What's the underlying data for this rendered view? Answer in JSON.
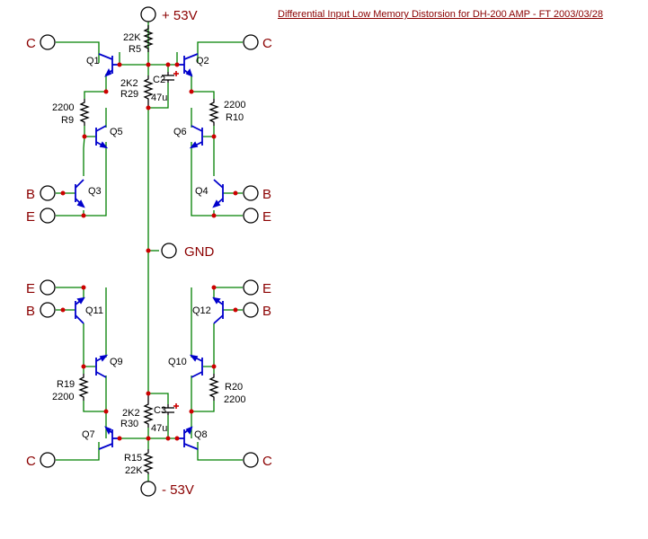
{
  "title": "Differential Input Low Memory Distorsion for DH-200 AMP - FT 2003/03/28",
  "nets": {
    "vpos": "+ 53V",
    "vneg": "- 53V",
    "gnd": "GND",
    "c": "C",
    "b": "B",
    "e": "E"
  },
  "resistors": {
    "r5_value": "22K",
    "r5_ref": "R5",
    "r29_value": "2K2",
    "r29_ref": "R29",
    "r9_value": "2200",
    "r9_ref": "R9",
    "r10_value": "2200",
    "r10_ref": "R10",
    "r19_ref": "R19",
    "r19_value": "2200",
    "r20_ref": "R20",
    "r20_value": "2200",
    "r30_value": "2K2",
    "r30_ref": "R30",
    "r15_ref": "R15",
    "r15_value": "22K"
  },
  "capacitors": {
    "c2_ref": "C2",
    "c2_value": "47u",
    "c3_ref": "C3",
    "c3_value": "47u"
  },
  "transistors": {
    "q1": "Q1",
    "q2": "Q2",
    "q3": "Q3",
    "q4": "Q4",
    "q5": "Q5",
    "q6": "Q6",
    "q7": "Q7",
    "q8": "Q8",
    "q9": "Q9",
    "q10": "Q10",
    "q11": "Q11",
    "q12": "Q12"
  },
  "colors": {
    "wire": "#008000",
    "transistor": "#0000cc",
    "junction": "#cc0000",
    "net_label": "#8b0000"
  }
}
